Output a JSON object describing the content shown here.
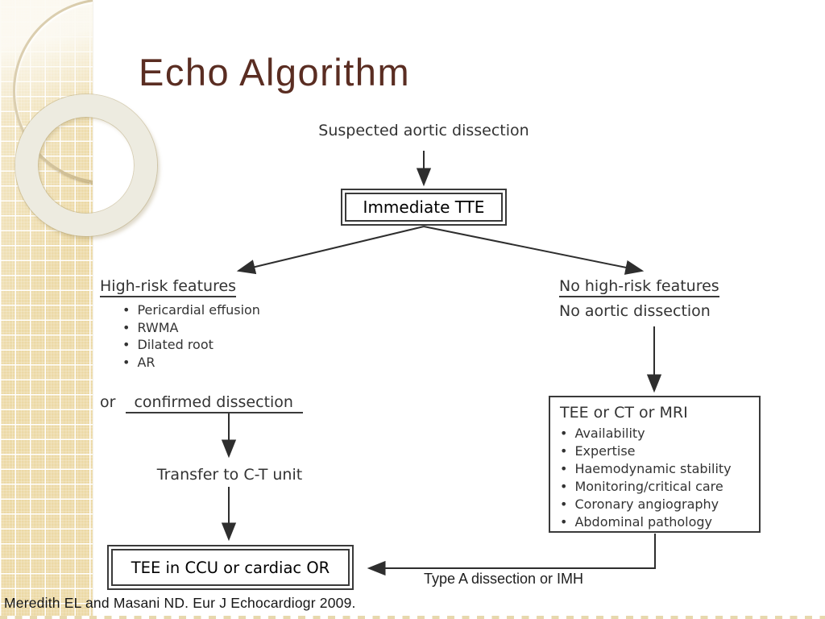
{
  "slide": {
    "title": "Echo Algorithm",
    "citation": "Meredith EL and Masani ND. Eur J Echocardiogr 2009.",
    "colors": {
      "title_accent": "#5a2d22",
      "diagram_ink": "#2e2e2e",
      "sidebar_beige": "#ecd9a5"
    }
  },
  "flowchart": {
    "start_label": "Suspected aortic dissection",
    "immediate_box_label": "Immediate TTE",
    "left_branch": {
      "heading": "High-risk features",
      "bullets": [
        "Pericardial effusion",
        "RWMA",
        "Dilated root",
        "AR"
      ],
      "or_prefix": "or",
      "or_underlined": "confirmed dissection",
      "transfer_label": "Transfer to C-T unit",
      "final_box_label": "TEE in CCU or cardiac OR"
    },
    "right_branch": {
      "heading": "No high-risk features",
      "subheading": "No aortic dissection",
      "box_title": "TEE or CT or MRI",
      "box_bullets": [
        "Availability",
        "Expertise",
        "Haemodynamic stability",
        "Monitoring/critical care",
        "Coronary angiography",
        "Abdominal pathology"
      ],
      "connector_label": "Type A dissection or IMH"
    }
  }
}
